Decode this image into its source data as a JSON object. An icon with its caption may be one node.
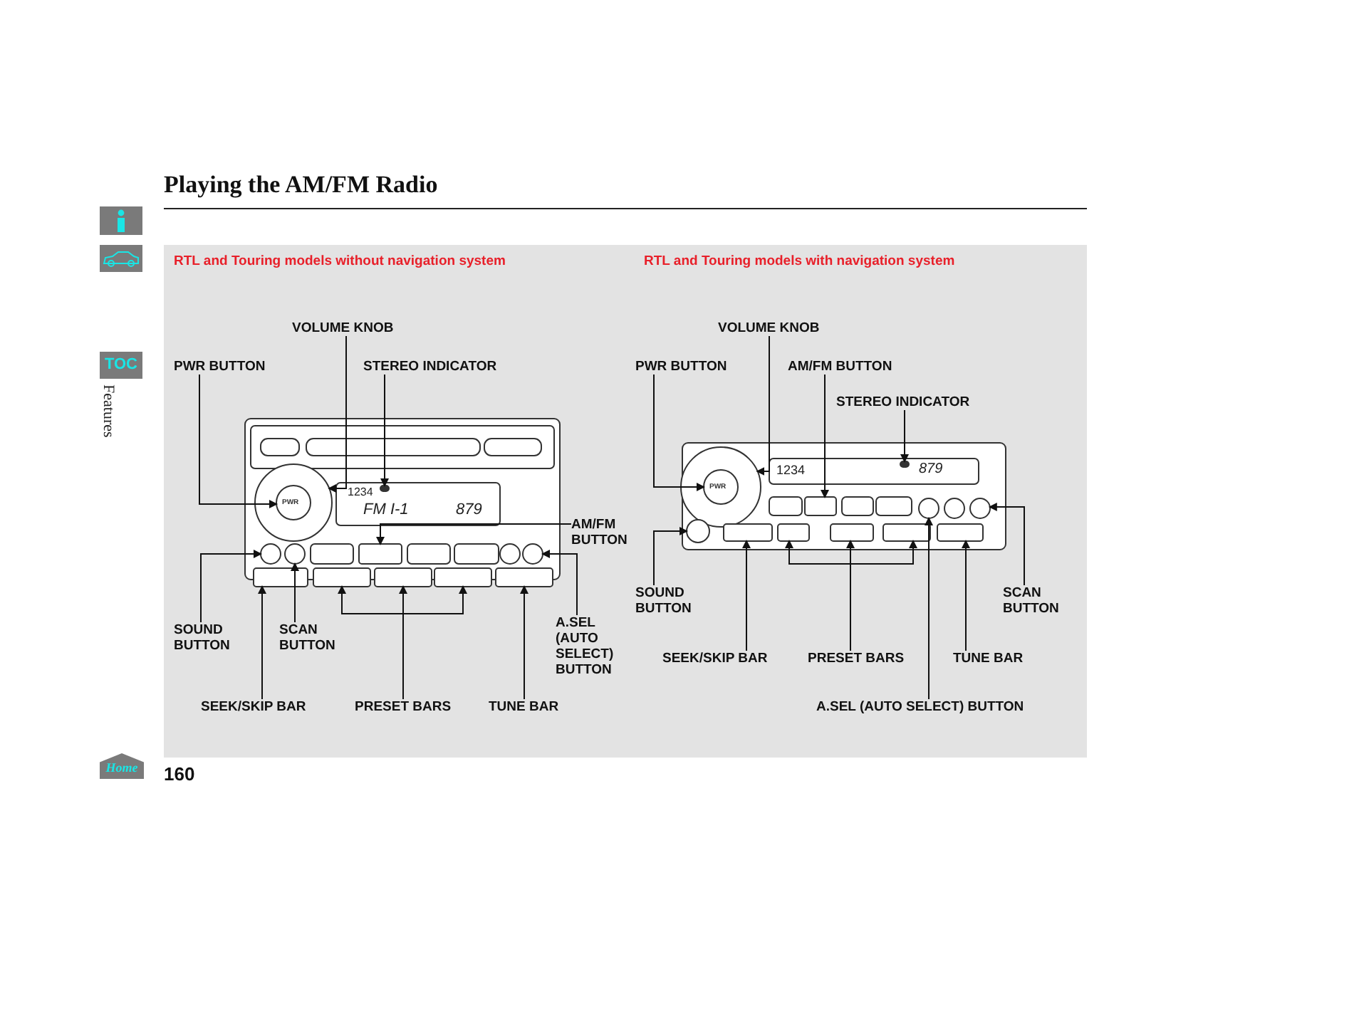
{
  "diagram": {
    "title": "Playing the AM/FM Radio",
    "nodes": [
      {
        "text": [
          "VOLUME KNOB"
        ]
      },
      {
        "text": [
          "PWR BUTTON"
        ]
      },
      {
        "text": [
          "STEREO INDICATOR"
        ]
      },
      {
        "text": [
          "AM/FM BUTTON"
        ]
      },
      {
        "text": [
          "SOUND BUTTON"
        ]
      },
      {
        "text": [
          "SCAN BUTTON"
        ]
      },
      {
        "text": [
          "A.SEL (AUTO SELECT) BUTTON"
        ]
      },
      {
        "text": [
          "SEEK/SKIP BAR"
        ]
      },
      {
        "text": [
          "PRESET BARS"
        ]
      },
      {
        "text": [
          "TUNE BAR"
        ]
      },
      {
        "text": [
          "VOLUME KNOB"
        ]
      },
      {
        "text": [
          "PWR BUTTON"
        ]
      },
      {
        "text": [
          "AM/FM BUTTON"
        ]
      },
      {
        "text": [
          "STEREO INDICATOR"
        ]
      },
      {
        "text": [
          "SOUND BUTTON"
        ]
      },
      {
        "text": [
          "SCAN BUTTON"
        ]
      },
      {
        "text": [
          "SEEK/SKIP BAR"
        ]
      },
      {
        "text": [
          "PRESET BARS"
        ]
      },
      {
        "text": [
          "TUNE BAR"
        ]
      },
      {
        "text": [
          "A.SEL (AUTO SELECT) BUTTON"
        ]
      },
      {
        "text": [],
        "shape": "circle"
      },
      {
        "text": [],
        "shape": "circle",
        "in": 20
      },
      {
        "text": [],
        "shape": "box"
      },
      {
        "text": [],
        "shape": "box"
      },
      {
        "text": [],
        "shape": "circle"
      },
      {
        "text": [],
        "shape": "circle"
      },
      {
        "text": [],
        "shape": "circle"
      },
      {
        "text": [],
        "shape": "box"
      },
      {
        "text": [],
        "shape": "box"
      },
      {
        "text": [],
        "shape": "box"
      },
      {
        "text": [],
        "shape": "box"
      },
      {
        "text": [],
        "shape": "box"
      },
      {
        "text": [],
        "shape": "circle"
      },
      {
        "text": [],
        "shape": "circle",
        "in": 32
      },
      {
        "text": [],
        "shape": "box"
      },
      {
        "text": [],
        "shape": "box"
      },
      {
        "text": [],
        "shape": "circle"
      },
      {
        "text": [],
        "shape": "circle"
      },
      {
        "text": [],
        "shape": "box"
      },
      {
        "text": [],
        "shape": "box"
      },
      {
        "text": [],
        "shape": "box"
      },
      {
        "text": [],
        "shape": "box"
      },
      {
        "text": [],
        "shape": "box"
      },
      {
        "text": [],
        "shape": "circle"
      }
    ],
    "edges": [
      {
        "from": 0,
        "to": 20,
        "arrow": "to"
      },
      {
        "from": 1,
        "to": 21,
        "arrow": "to"
      },
      {
        "from": 2,
        "to": 22,
        "arrow": "to"
      },
      {
        "from": 3,
        "to": 23,
        "arrow": "to"
      },
      {
        "from": 4,
        "to": 24,
        "arrow": "to"
      },
      {
        "from": 5,
        "to": 25,
        "arrow": "to"
      },
      {
        "from": 6,
        "to": 26,
        "arrow": "to"
      },
      {
        "from": 7,
        "to": 27,
        "arrow": "to"
      },
      {
        "from": 8,
        "to": 28,
        "arrow": "to"
      },
      {
        "from": 8,
        "to": 29,
        "arrow": "to"
      },
      {
        "from": 8,
        "to": 30,
        "arrow": "to"
      },
      {
        "from": 9,
        "to": 31,
        "arrow": "to"
      },
      {
        "from": 10,
        "to": 32,
        "arrow": "to"
      },
      {
        "from": 11,
        "to": 33,
        "arrow": "to"
      },
      {
        "from": 12,
        "to": 34,
        "arrow": "to"
      },
      {
        "from": 13,
        "to": 35,
        "arrow": "to"
      },
      {
        "from": 14,
        "to": 36,
        "arrow": "to"
      },
      {
        "from": 15,
        "to": 37,
        "arrow": "to"
      },
      {
        "from": 16,
        "to": 38,
        "arrow": "to"
      },
      {
        "from": 17,
        "to": 39,
        "arrow": "to"
      },
      {
        "from": 17,
        "to": 40,
        "arrow": "to"
      },
      {
        "from": 17,
        "to": 41,
        "arrow": "to"
      },
      {
        "from": 18,
        "to": 42,
        "arrow": "to"
      },
      {
        "from": 19,
        "to": 43,
        "arrow": "to"
      }
    ],
    "labels": [
      "RTL and Touring models without navigation system",
      "RTL and Touring models with navigation system",
      "TOC",
      "Features",
      "PWR",
      "1234",
      "FM I-1",
      "879",
      "PWR",
      "1234",
      "879",
      "160",
      "Home"
    ]
  }
}
